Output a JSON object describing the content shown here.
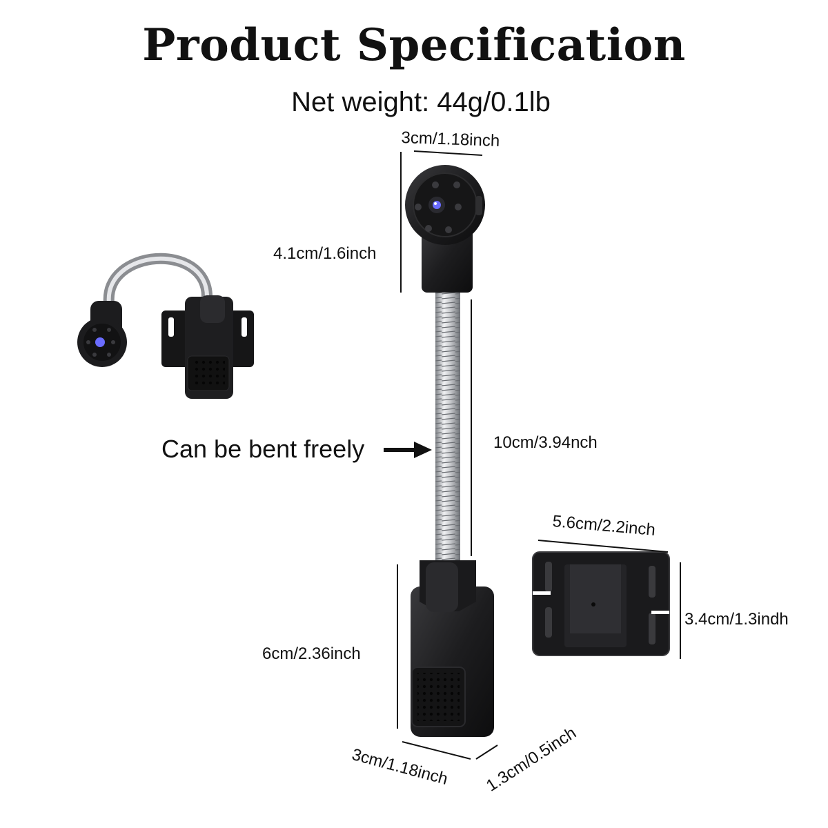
{
  "header": {
    "title": "Product Specification",
    "net_weight": "Net weight: 44g/0.1lb"
  },
  "dimensions": {
    "camera_head_width": "3cm/1.18inch",
    "camera_head_height": "4.1cm/1.6inch",
    "gooseneck_length": "10cm/3.94nch",
    "body_height": "6cm/2.36inch",
    "body_width": "3cm/1.18inch",
    "body_depth": "1.3cm/0.5inch",
    "clip_width": "5.6cm/2.2inch",
    "clip_height": "3.4cm/1.3indh"
  },
  "annotation": {
    "bendable": "Can be bent freely"
  },
  "colors": {
    "device": "#1c1c1e",
    "metal": "#b9bcc0",
    "lens_glow": "#6a6cff"
  }
}
